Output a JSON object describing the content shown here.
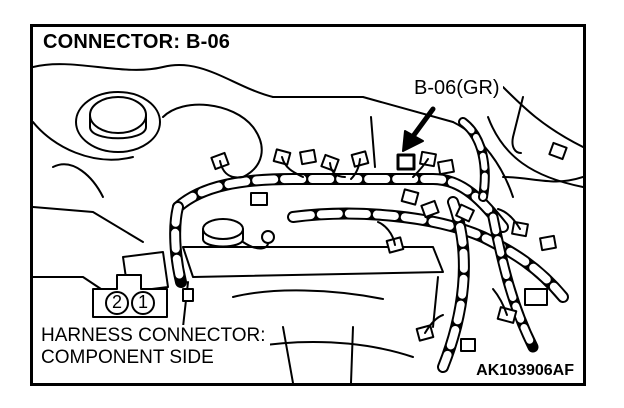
{
  "diagram": {
    "title": "CONNECTOR: B-06",
    "callout_label": "B-06(GR)",
    "harness_label_line1": "HARNESS CONNECTOR:",
    "harness_label_line2": "COMPONENT SIDE",
    "reference_code": "AK103906AF",
    "pin_1": "1",
    "pin_2": "2"
  }
}
